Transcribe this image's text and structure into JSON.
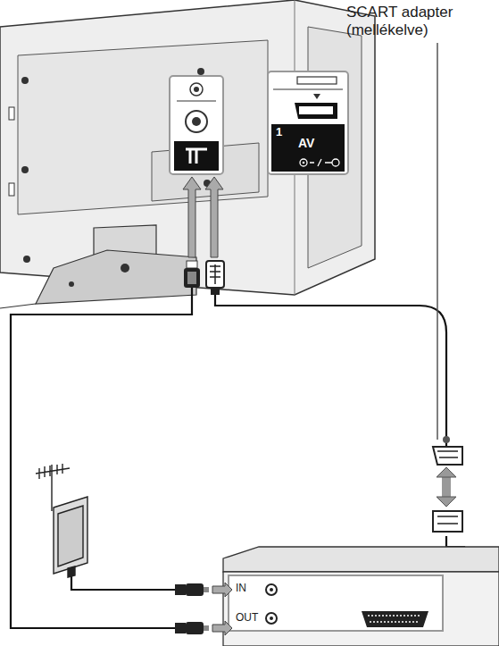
{
  "diagram": {
    "labels": [
      "SCART adapter (mellékelve)",
      "1",
      "AV",
      "IN",
      "OUT"
    ]
  }
}
